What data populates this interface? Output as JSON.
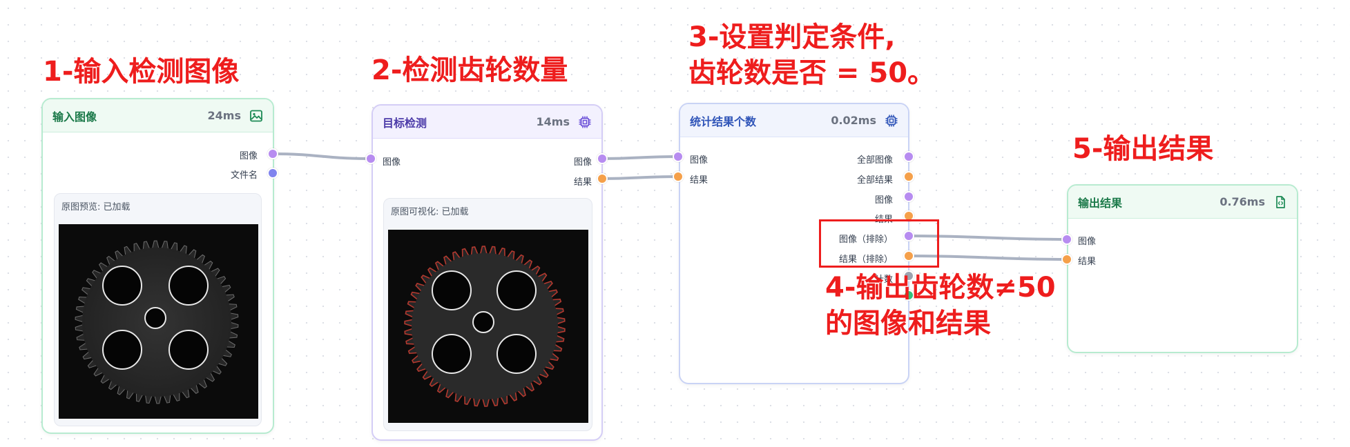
{
  "annotations": {
    "step1": "1-输入检测图像",
    "step2": "2-检测齿轮数量",
    "step3_line1": "3-设置判定条件,",
    "step3_line2": "齿轮数是否 = 50。",
    "step4_line1": "4-输出齿轮数≠50",
    "step4_line2": "的图像和结果",
    "step5": "5-输出结果"
  },
  "nodes": {
    "input": {
      "title": "输入图像",
      "time": "24ms",
      "icon": "image-icon",
      "outputs": [
        "图像",
        "文件名"
      ],
      "preview_label": "原图预览: 已加载"
    },
    "detect": {
      "title": "目标检测",
      "time": "14ms",
      "icon": "chip-icon",
      "inputs": [
        "图像"
      ],
      "outputs": [
        "图像",
        "结果"
      ],
      "preview_label": "原图可视化: 已加载"
    },
    "count": {
      "title": "统计结果个数",
      "time": "0.02ms",
      "icon": "chip-icon",
      "inputs": [
        "图像",
        "结果"
      ],
      "outputs": [
        "全部图像",
        "全部结果",
        "图像",
        "结果",
        "图像（排除）",
        "结果（排除）",
        "计数"
      ]
    },
    "output": {
      "title": "输出结果",
      "time": "0.76ms",
      "icon": "file-code-icon",
      "inputs": [
        "图像",
        "结果"
      ]
    }
  },
  "colors": {
    "annotation": "#ee1d1d",
    "port_image": "#b78cf0",
    "port_result": "#f5a04a",
    "port_filename": "#7f83ee"
  }
}
